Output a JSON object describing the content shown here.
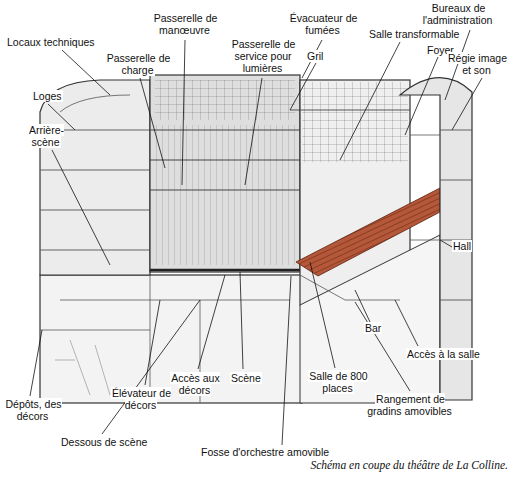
{
  "diagram": {
    "caption": "Schéma en coupe du théâtre de La Colline.",
    "labels": [
      "Passerelle de manœuvre",
      "Évacuateur de fumées",
      "Bureaux de l'administration",
      "Locaux techniques",
      "Passerelle de charge",
      "Passerelle de service pour lumières",
      "Salle transformable",
      "Gril",
      "Foyer",
      "Régie image et son",
      "Loges",
      "Arrière-scène",
      "Hall",
      "Bar",
      "Accès à la salle",
      "Salle de 800 places",
      "Rangement de gradins amovibles",
      "Dépôts, des décors",
      "Élévateur de décors",
      "Accès aux décors",
      "Scène",
      "Dessous de scène",
      "Fosse d'orchestre amovible"
    ]
  }
}
